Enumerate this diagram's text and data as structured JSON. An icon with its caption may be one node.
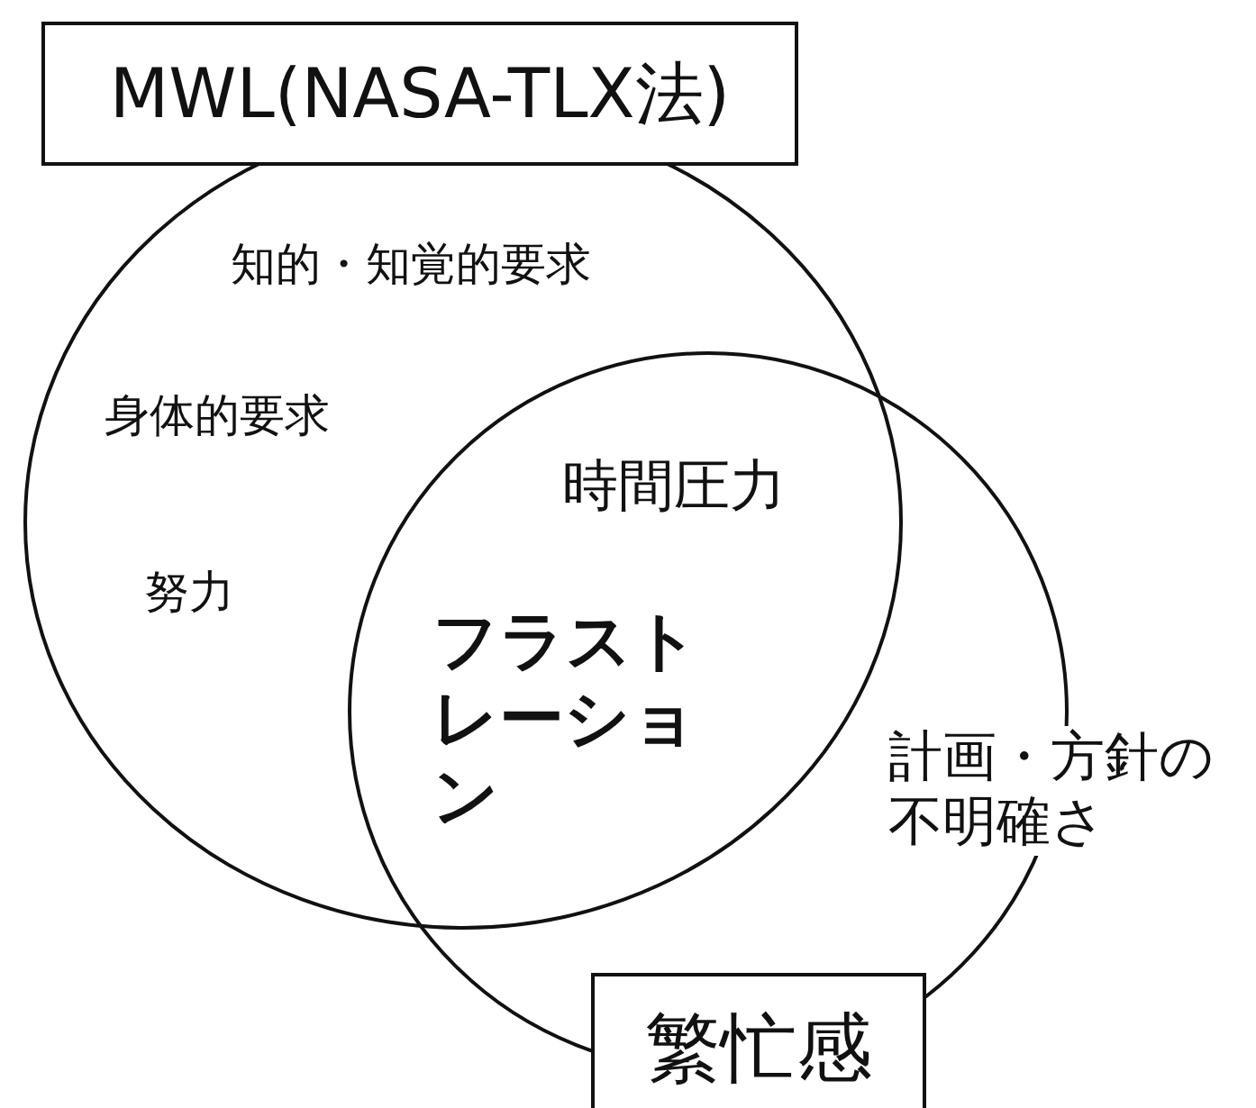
{
  "diagram": {
    "nodes": [
      {
        "text": [
          "MWL(NASA-TLX法)"
        ]
      },
      {
        "text": [
          "知的・知覚的要求",
          "身体的要求",
          "努力"
        ]
      },
      {
        "text": [
          "計画・方針の不明確さ"
        ]
      },
      {
        "text": [
          "繁忙感"
        ]
      }
    ],
    "labels": [
      "時間圧力",
      "フラストレーション"
    ]
  }
}
